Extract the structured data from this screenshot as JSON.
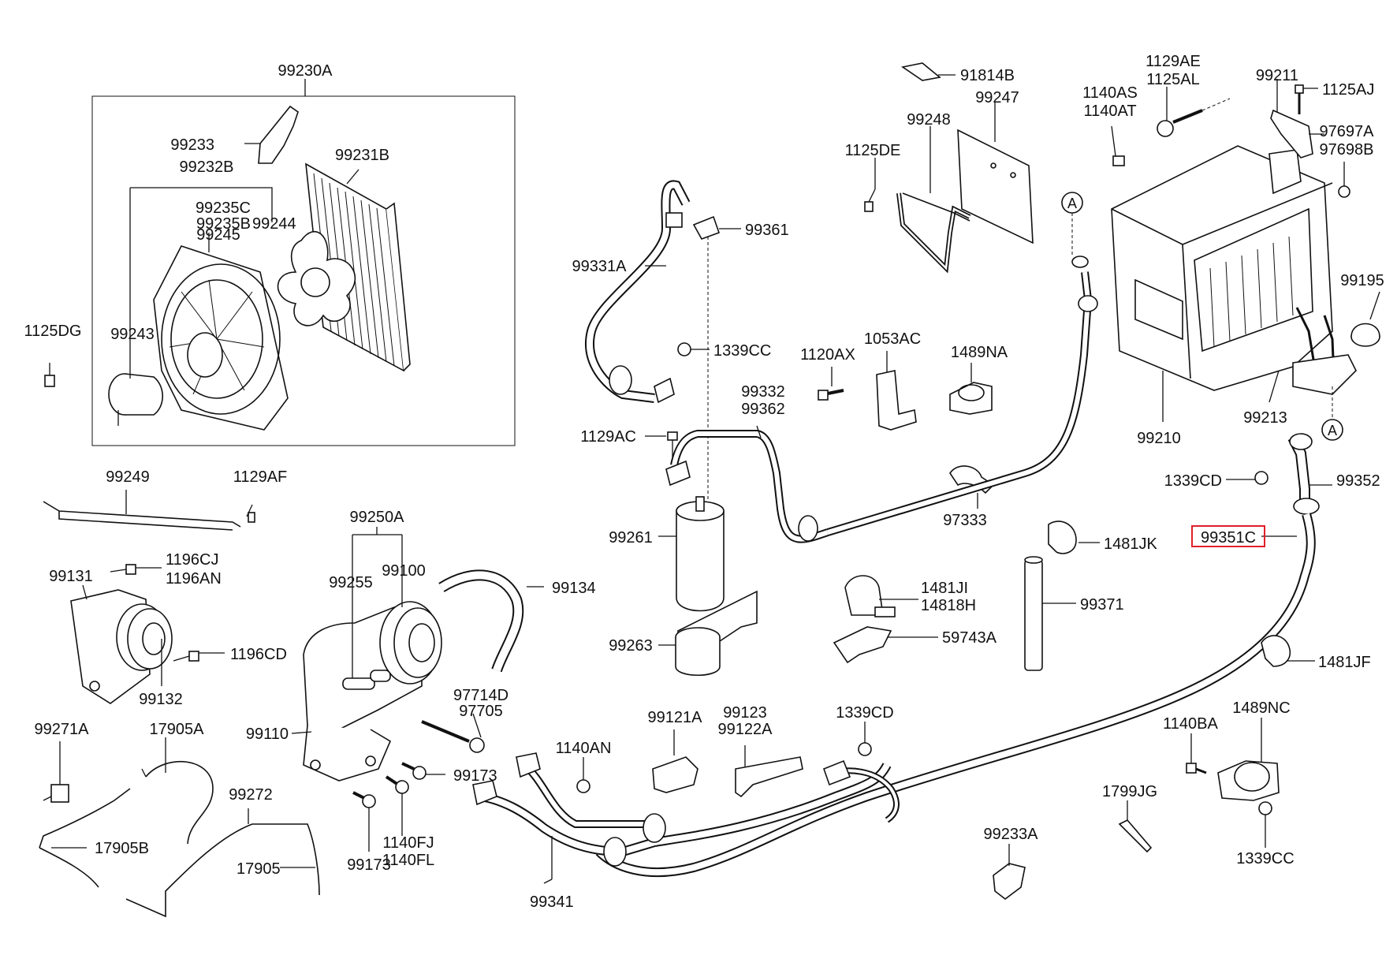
{
  "diagram": {
    "highlight_color": "#e0202a",
    "connector_marker": "A",
    "labels": [
      {
        "id": "l-99230A",
        "text": "99230A"
      },
      {
        "id": "l-99233",
        "text": "99233"
      },
      {
        "id": "l-99232B",
        "text": "99232B"
      },
      {
        "id": "l-99231B",
        "text": "99231B"
      },
      {
        "id": "l-99235C",
        "text": "99235C"
      },
      {
        "id": "l-99235B",
        "text": "99235B"
      },
      {
        "id": "l-99244",
        "text": "99244"
      },
      {
        "id": "l-99245",
        "text": "99245"
      },
      {
        "id": "l-99243",
        "text": "99243"
      },
      {
        "id": "l-1125DG",
        "text": "1125DG"
      },
      {
        "id": "l-99249",
        "text": "99249"
      },
      {
        "id": "l-1129AF",
        "text": "1129AF"
      },
      {
        "id": "l-99250A",
        "text": "99250A"
      },
      {
        "id": "l-99255",
        "text": "99255"
      },
      {
        "id": "l-99100",
        "text": "99100"
      },
      {
        "id": "l-99134",
        "text": "99134"
      },
      {
        "id": "l-99131",
        "text": "99131"
      },
      {
        "id": "l-1196CJ",
        "text": "1196CJ"
      },
      {
        "id": "l-1196AN",
        "text": "1196AN"
      },
      {
        "id": "l-1196CD",
        "text": "1196CD"
      },
      {
        "id": "l-99132",
        "text": "99132"
      },
      {
        "id": "l-99271A",
        "text": "99271A"
      },
      {
        "id": "l-17905A",
        "text": "17905A"
      },
      {
        "id": "l-99272",
        "text": "99272"
      },
      {
        "id": "l-17905B",
        "text": "17905B"
      },
      {
        "id": "l-17905",
        "text": "17905"
      },
      {
        "id": "l-99110",
        "text": "99110"
      },
      {
        "id": "l-97714D",
        "text": "97714D"
      },
      {
        "id": "l-97705",
        "text": "97705"
      },
      {
        "id": "l-99173a",
        "text": "99173"
      },
      {
        "id": "l-99173b",
        "text": "99173"
      },
      {
        "id": "l-1140FJ",
        "text": "1140FJ"
      },
      {
        "id": "l-1140FL",
        "text": "1140FL"
      },
      {
        "id": "l-99341",
        "text": "99341"
      },
      {
        "id": "l-1140AN",
        "text": "1140AN"
      },
      {
        "id": "l-99331A",
        "text": "99331A"
      },
      {
        "id": "l-99361",
        "text": "99361"
      },
      {
        "id": "l-1339CCa",
        "text": "1339CC"
      },
      {
        "id": "l-1129AC",
        "text": "1129AC"
      },
      {
        "id": "l-99332",
        "text": "99332"
      },
      {
        "id": "l-99362",
        "text": "99362"
      },
      {
        "id": "l-99261",
        "text": "99261"
      },
      {
        "id": "l-99263",
        "text": "99263"
      },
      {
        "id": "l-99121A",
        "text": "99121A"
      },
      {
        "id": "l-99123",
        "text": "99123"
      },
      {
        "id": "l-99122A",
        "text": "99122A"
      },
      {
        "id": "l-1339CDa",
        "text": "1339CD"
      },
      {
        "id": "l-1120AX",
        "text": "1120AX"
      },
      {
        "id": "l-1053AC",
        "text": "1053AC"
      },
      {
        "id": "l-1489NA",
        "text": "1489NA"
      },
      {
        "id": "l-97333",
        "text": "97333"
      },
      {
        "id": "l-1481JK",
        "text": "1481JK"
      },
      {
        "id": "l-1481JI",
        "text": "1481JI"
      },
      {
        "id": "l-14818H",
        "text": "14818H"
      },
      {
        "id": "l-99371",
        "text": "99371"
      },
      {
        "id": "l-59743A",
        "text": "59743A"
      },
      {
        "id": "l-91814B",
        "text": "91814B"
      },
      {
        "id": "l-99247",
        "text": "99247"
      },
      {
        "id": "l-99248",
        "text": "99248"
      },
      {
        "id": "l-1125DE",
        "text": "1125DE"
      },
      {
        "id": "l-1140AS",
        "text": "1140AS"
      },
      {
        "id": "l-1140AT",
        "text": "1140AT"
      },
      {
        "id": "l-1129AE",
        "text": "1129AE"
      },
      {
        "id": "l-1125AL",
        "text": "1125AL"
      },
      {
        "id": "l-99211",
        "text": "99211"
      },
      {
        "id": "l-1125AJ",
        "text": "1125AJ"
      },
      {
        "id": "l-97697A",
        "text": "97697A"
      },
      {
        "id": "l-97698B",
        "text": "97698B"
      },
      {
        "id": "l-99195",
        "text": "99195"
      },
      {
        "id": "l-99213",
        "text": "99213"
      },
      {
        "id": "l-99210",
        "text": "99210"
      },
      {
        "id": "l-1339CDb",
        "text": "1339CD"
      },
      {
        "id": "l-99352",
        "text": "99352"
      },
      {
        "id": "l-99351C",
        "text": "99351C"
      },
      {
        "id": "l-1481JF",
        "text": "1481JF"
      },
      {
        "id": "l-1140BA",
        "text": "1140BA"
      },
      {
        "id": "l-1489NC",
        "text": "1489NC"
      },
      {
        "id": "l-1339CCb",
        "text": "1339CC"
      },
      {
        "id": "l-1799JG",
        "text": "1799JG"
      },
      {
        "id": "l-99233A",
        "text": "99233A"
      }
    ]
  }
}
